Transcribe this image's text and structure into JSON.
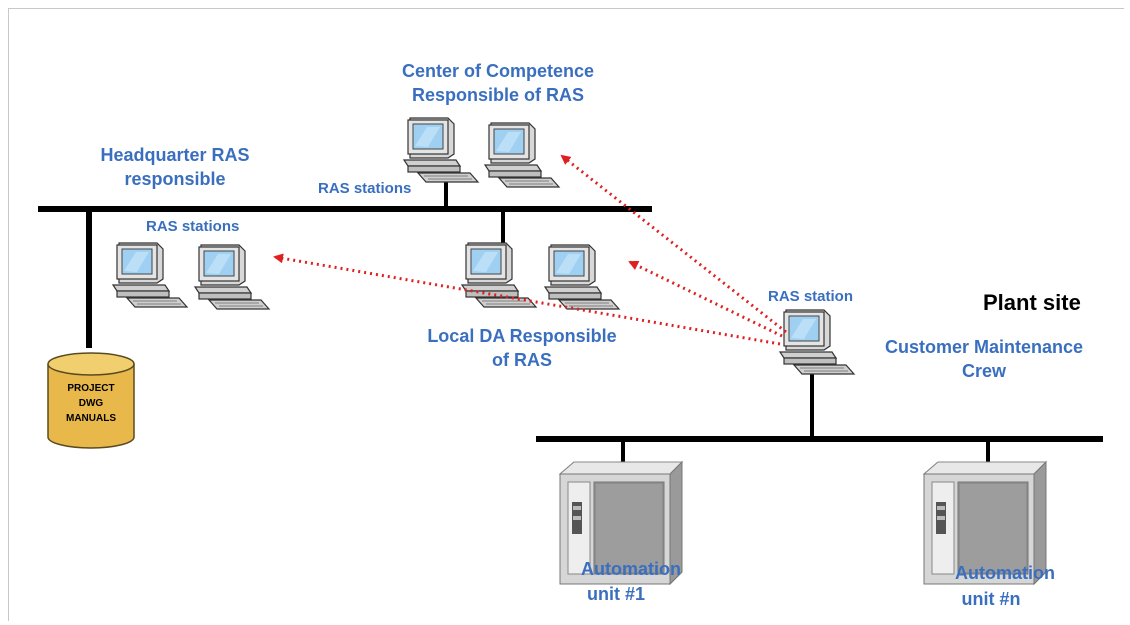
{
  "labels": {
    "center_competence_line1": "Center of Competence",
    "center_competence_line2": "Responsible of RAS",
    "hq_line1": "Headquarter RAS",
    "hq_line2": "responsible",
    "ras_stations_top": "RAS stations",
    "ras_stations_left": "RAS stations",
    "ras_station_plant": "RAS station",
    "plant_site": "Plant site",
    "local_da_line1": "Local DA Responsible",
    "local_da_line2": "of RAS",
    "customer_line1": "Customer Maintenance",
    "customer_line2": "Crew",
    "db_line1": "PROJECT",
    "db_line2": "DWG",
    "db_line3": "MANUALS",
    "automation1_line1": "Automation",
    "automation1_line2": "unit #1",
    "automationn_line1": "Automation",
    "automationn_line2": "unit #n"
  },
  "colors": {
    "label_text": "#3a6fc0",
    "arrow": "#e02020",
    "network_line": "#000000",
    "database": "#e8b84a"
  },
  "icons": {
    "workstation": "workstation-icon",
    "database": "database-icon",
    "automation_unit": "automation-cabinet-icon"
  }
}
